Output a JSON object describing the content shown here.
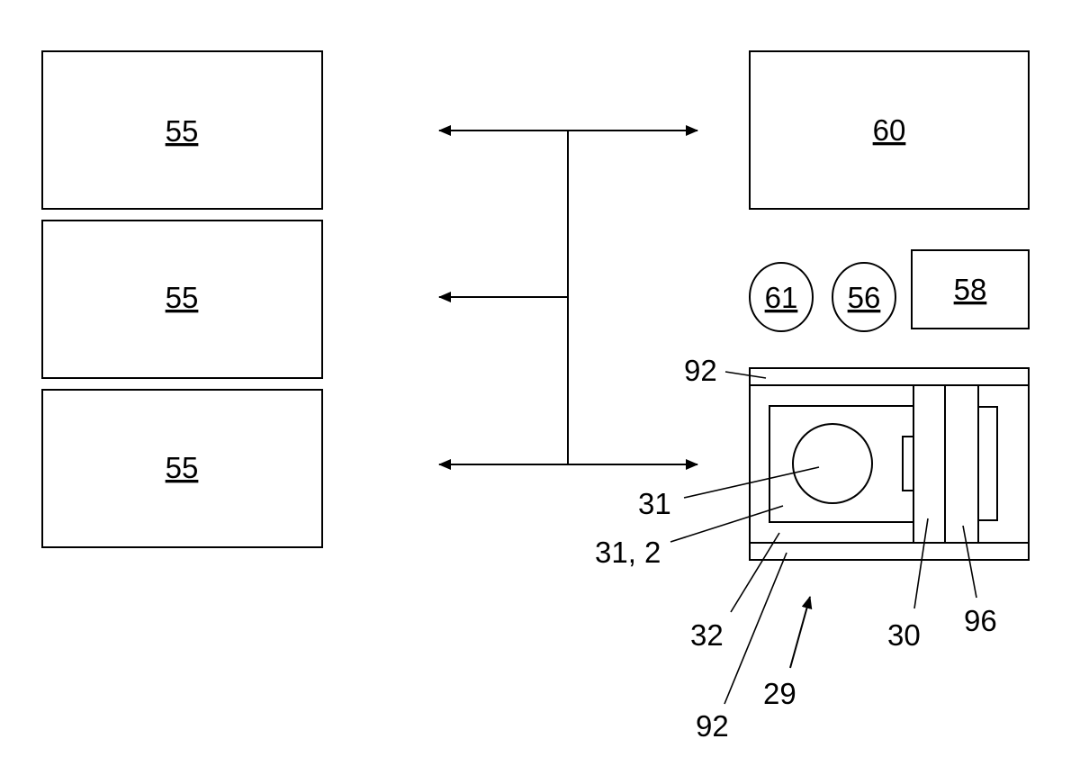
{
  "diagram": {
    "blocks": {
      "unit_top": "55",
      "unit_middle": "55",
      "unit_bottom": "55",
      "block_60": "60",
      "block_58": "58",
      "circle_61": "61",
      "circle_56": "56"
    },
    "callouts": {
      "layer_top": "92",
      "element_31": "31",
      "element_31_2": "31, 2",
      "element_32": "32",
      "element_30": "30",
      "element_96": "96",
      "assembly_29": "29",
      "layer_bottom": "92"
    }
  }
}
